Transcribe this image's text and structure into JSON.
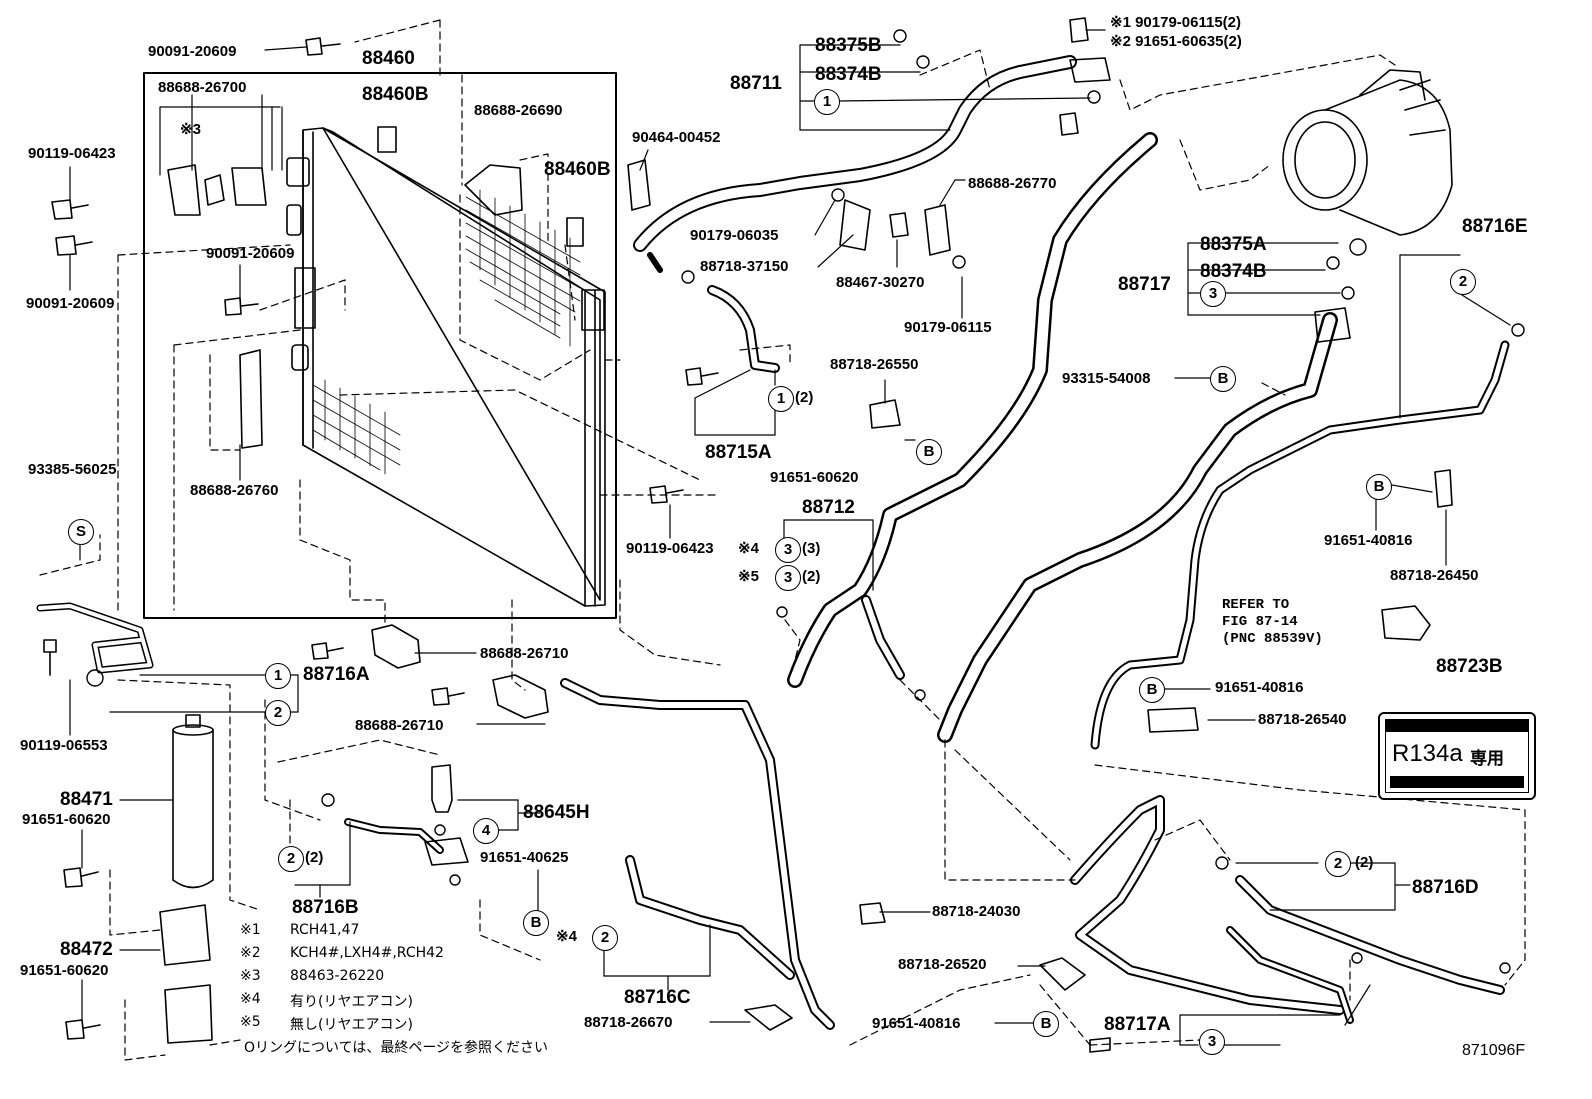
{
  "figure_code": "871096F",
  "labels": {
    "p01": "90091-20609",
    "p02": "88460",
    "p03": "88460B",
    "p04": "88688-26700",
    "p05": "88688-26690",
    "p06": "※3",
    "p07": "90119-06423",
    "p08": "88460B",
    "p09": "90091-20609",
    "p10": "90091-20609",
    "p11": "88688-26760",
    "p12": "93385-56025",
    "p13": "88716A",
    "p14": "90119-06553",
    "p15": "88471",
    "p16": "91651-60620",
    "p17": "88472",
    "p18": "91651-60620",
    "p19": "88688-26710",
    "p20": "88688-26710",
    "p21": "88716B",
    "p22": "88645H",
    "p23": "91651-40625",
    "p24": "※4",
    "p25": "88716C",
    "p26": "88718-26670",
    "p27": "88375B",
    "p28": "88711",
    "p29": "88374B",
    "p30": "※1 90179-06115(2)",
    "p31": "※2 91651-60635(2)",
    "p32": "90464-00452",
    "p33": "88688-26770",
    "p34": "90179-06035",
    "p35": "88718-37150",
    "p36": "88467-30270",
    "p37": "90179-06115",
    "p38": "88718-26550",
    "p39": "88715A",
    "p40": "91651-60620",
    "p41": "88712",
    "p42": "90119-06423",
    "p43": "※4",
    "p44": "※5",
    "p45": "(3)",
    "p46": "(2)",
    "p47": "(2)",
    "p48": "(2)",
    "p49": "88375A",
    "p50": "88717",
    "p51": "88374B",
    "p52": "88716E",
    "p53": "93315-54008",
    "p54": "91651-40816",
    "p55": "88718-26450",
    "p56": "91651-40816",
    "p57": "88718-26540",
    "p58": "88723B",
    "p59": "88718-24030",
    "p60": "88716D",
    "p61": "(2)",
    "p62": "88718-26520",
    "p63": "91651-40816",
    "p64": "88717A"
  },
  "refer": [
    "REFER TO",
    "FIG 87-14",
    "(PNC 88539V)"
  ],
  "refrigerant_label": {
    "code": "R134a",
    "text": "専用"
  },
  "notes": [
    {
      "mark": "※1",
      "text": "RCH41,47"
    },
    {
      "mark": "※2",
      "text": "KCH4#,LXH4#,RCH42"
    },
    {
      "mark": "※3",
      "text": "88463-26220"
    },
    {
      "mark": "※4",
      "text": "有り(リヤエアコン)"
    },
    {
      "mark": "※5",
      "text": "無し(リヤエアコン)"
    },
    {
      "mark": "",
      "text": "Oリングについては、最終ページを参照ください"
    }
  ],
  "callouts": {
    "c1": "1",
    "c2": "1",
    "c3": "2",
    "c4": "S",
    "c5": "2",
    "c6": "4",
    "c7": "B",
    "c8": "2",
    "c9": "1",
    "c10": "1",
    "c11": "B",
    "c12": "3",
    "c13": "3",
    "c14": "2",
    "c15": "3",
    "c16": "B",
    "c17": "B",
    "c18": "B",
    "c19": "2",
    "c20": "B",
    "c21": "3"
  }
}
